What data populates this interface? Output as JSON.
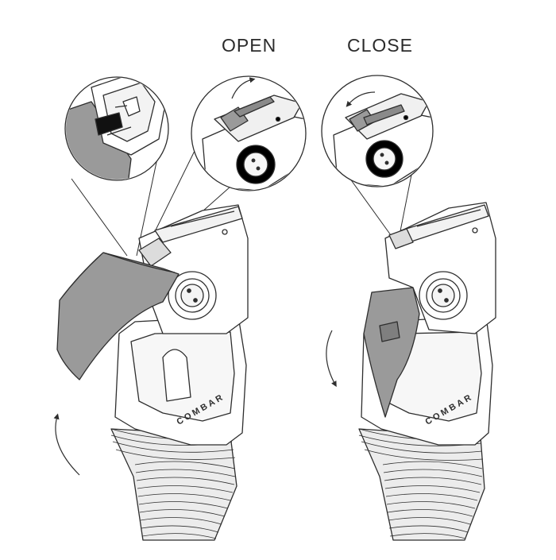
{
  "states": {
    "open_label": "OPEN",
    "close_label": "CLOSE"
  },
  "product": {
    "brand": "COMBAR"
  },
  "colors": {
    "line": "#2e2e2e",
    "shade": "#9a9a9a",
    "shade_dark": "#7f7f7f",
    "paper": "#ffffff"
  },
  "icons": {
    "rotation_arrow": "curved-arrow-icon",
    "lock_lever": "lever-icon"
  }
}
